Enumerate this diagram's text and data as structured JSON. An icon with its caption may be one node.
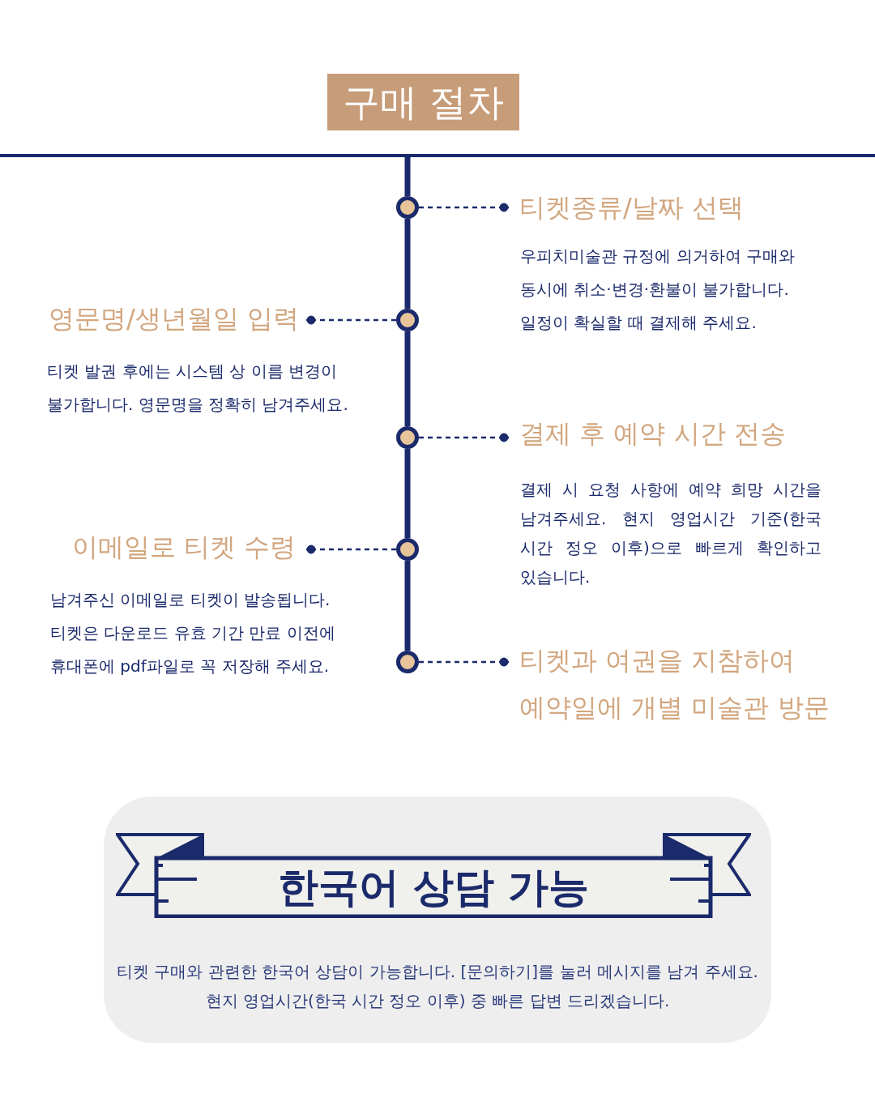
{
  "diagram": {
    "title": "구매 절차",
    "nodes": [
      {
        "text": [],
        "shape": "circle"
      },
      {
        "text": [
          "티켓종류/날짜 선택"
        ]
      },
      {
        "text": [],
        "shape": "circle"
      },
      {
        "text": [
          "영문명/생년월일 입력"
        ]
      },
      {
        "text": [],
        "shape": "circle"
      },
      {
        "text": [
          "결제 후 예약 시간 전송"
        ]
      },
      {
        "text": [],
        "shape": "circle"
      },
      {
        "text": [
          "이메일로 티켓 수령"
        ]
      },
      {
        "text": [],
        "shape": "circle"
      },
      {
        "text": [
          "티켓과 여권을 지참하여 예약일에 개별 미술관 방문"
        ]
      },
      {
        "text": [
          "티켓 구매와 관련한 한국어 상담이 가능합니다. [문의하기]를 눌러 메시지를 남겨 주세요.",
          "현지 영업시간(한국 시간 정오 이후) 중 빠른 답변 드리겠습니다."
        ]
      },
      {
        "text": [
          "한국어 상담 가능"
        ],
        "in": 10
      }
    ],
    "edges": [
      {
        "from": 0,
        "to": 1,
        "arrow": "other",
        "style": "dashed"
      },
      {
        "from": 2,
        "to": 3,
        "arrow": "other",
        "style": "dashed"
      },
      {
        "from": 4,
        "to": 5,
        "arrow": "other",
        "style": "dashed"
      },
      {
        "from": 6,
        "to": 7,
        "arrow": "other",
        "style": "dashed"
      },
      {
        "from": 8,
        "to": 9,
        "arrow": "other",
        "style": "dashed"
      },
      {
        "from": 0,
        "to": 2,
        "arrow": "none",
        "style": "thick"
      },
      {
        "from": 2,
        "to": 4,
        "arrow": "none",
        "style": "thick"
      },
      {
        "from": 4,
        "to": 6,
        "arrow": "none",
        "style": "thick"
      },
      {
        "from": 6,
        "to": 8,
        "arrow": "none",
        "style": "thick"
      }
    ],
    "labels": [
      "우피치미술관 규정에 의거하여 구매와 동시에 취소·변경·환불이 불가합니다. 일정이 확실할 때 결제해 주세요.",
      "티켓 발권 후에는 시스템 상 이름 변경이 불가합니다. 영문명을 정확히 남겨주세요.",
      "결제 시 요청 사항에 예약 희망 시간을 남겨주세요. 현지 영업시간 기준(한국 시간 정오 이후)으로 빠르게 확인하고 있습니다.",
      "남겨주신 이메일로 티켓이 발송됩니다. 티켓은 다운로드 유효 기간 만료 이전에 휴대폰에 pdf파일로 꼭 저장해 주세요."
    ]
  }
}
